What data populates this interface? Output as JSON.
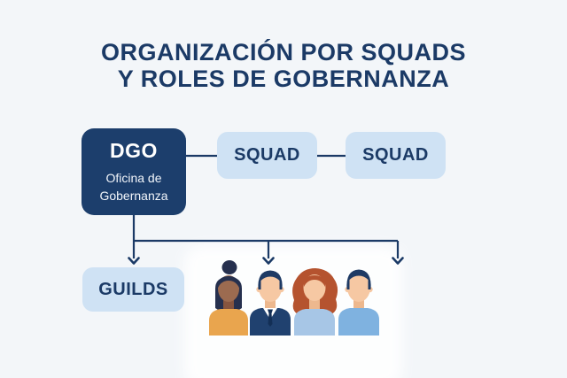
{
  "title": {
    "line1": "ORGANIZACIÓN POR SQUADS",
    "line2": "Y ROLES DE GOBERNANZA"
  },
  "nodes": {
    "dgo": {
      "label": "DGO",
      "sublabel": "Oficina de Gobernanza"
    },
    "squad1": {
      "label": "SQUAD"
    },
    "squad2": {
      "label": "SQUAD"
    },
    "guilds": {
      "label": "GUILDS"
    }
  },
  "illustration": {
    "name": "team-people-illustration",
    "people": [
      {
        "id": "person-1",
        "hair": "dark hair with bun",
        "top": "orange blouse"
      },
      {
        "id": "person-2",
        "hair": "short dark hair",
        "top": "navy suit, white shirt, tie"
      },
      {
        "id": "person-3",
        "hair": "auburn wavy hair",
        "top": "muted light-blue top"
      },
      {
        "id": "person-4",
        "hair": "short dark hair",
        "top": "light-blue t-shirt"
      }
    ]
  },
  "colors": {
    "bg": "#f3f6f9",
    "title": "#1b3a66",
    "navy": "#1c3e6c",
    "line": "#1b3a66",
    "box-blue": "#cfe2f4",
    "halo": "#ffffff",
    "skin-a": "#9c6b50",
    "skin-a-shade": "#87553f",
    "skin-b": "#f6c8a3",
    "skin-b-shade": "#edb88e",
    "hair-dark": "#26304e",
    "hair-navy": "#1e3a64",
    "hair-auburn": "#b5532f",
    "top-orange": "#e9a54e",
    "suit-navy": "#20416f",
    "tie-navy": "#132f56",
    "shirt": "#ffffff",
    "top-muted-blue": "#a7c6e6",
    "top-light-blue": "#7fb2e0"
  }
}
